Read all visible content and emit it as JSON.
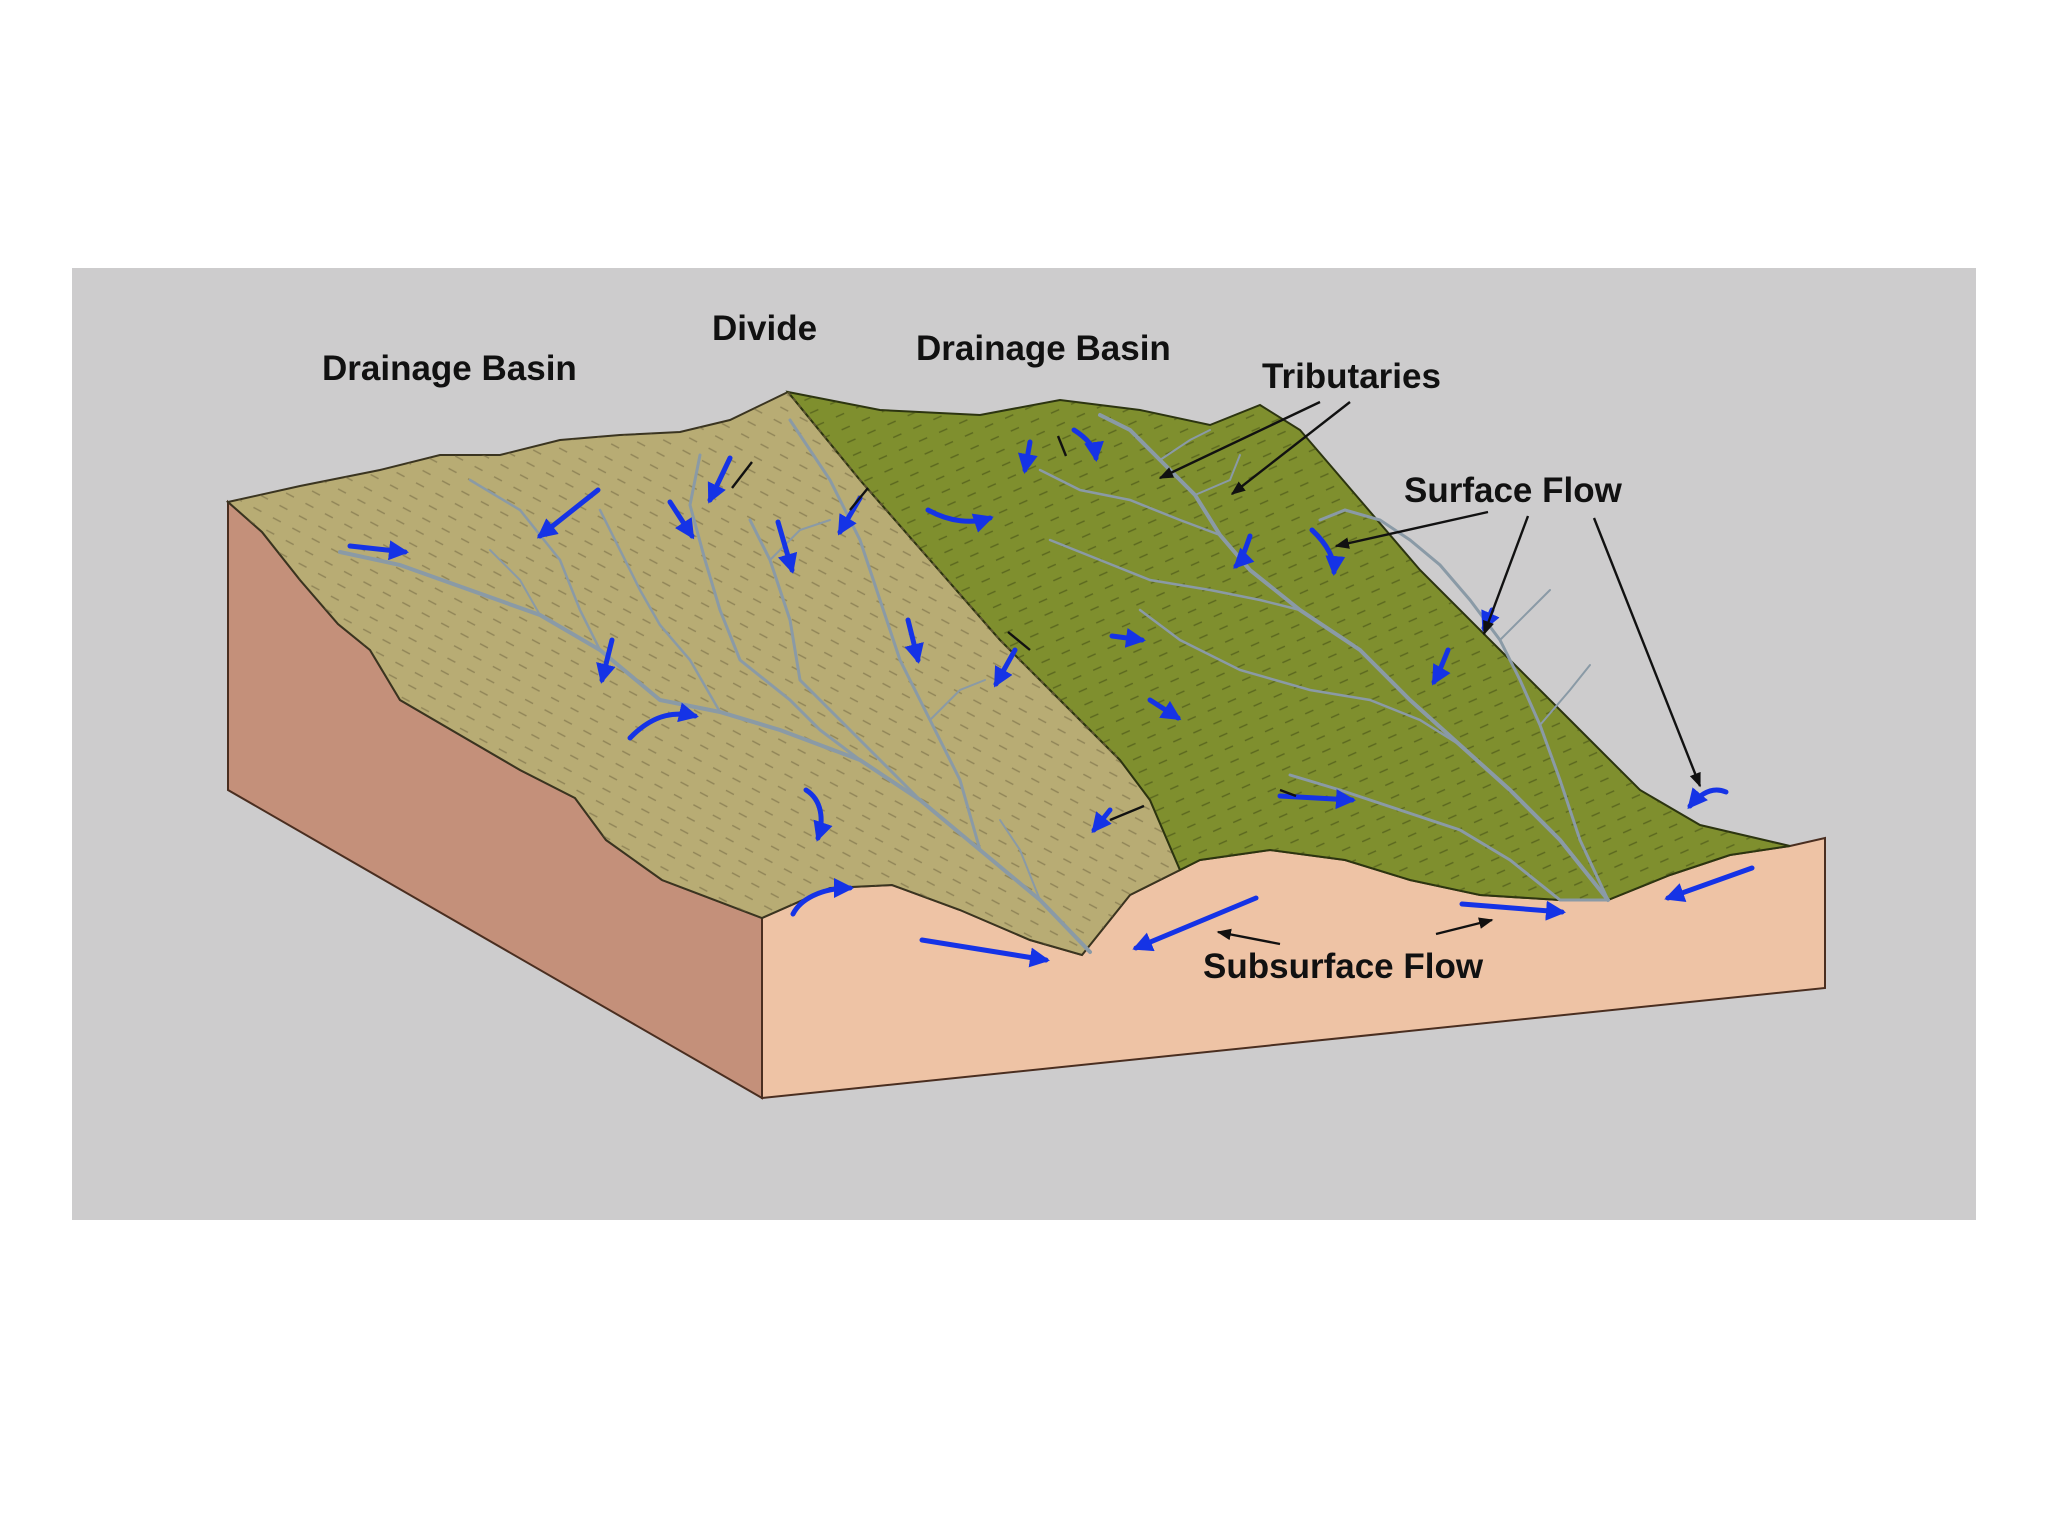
{
  "labels": {
    "drainage_basin_left": "Drainage Basin",
    "divide": "Divide",
    "drainage_basin_right": "Drainage Basin",
    "tributaries": "Tributaries",
    "surface_flow": "Surface Flow",
    "subsurface_flow": "Subsurface Flow"
  },
  "colors": {
    "panel_background": "#cdcccd",
    "page_background": "#ffffff",
    "left_basin": "#b8ac74",
    "right_basin": "#7f8f2e",
    "block_side_left": "#c4907a",
    "block_side_front": "#eec3a5",
    "flow_arrows": "#1533e6",
    "streams": "#8a9aa6"
  }
}
